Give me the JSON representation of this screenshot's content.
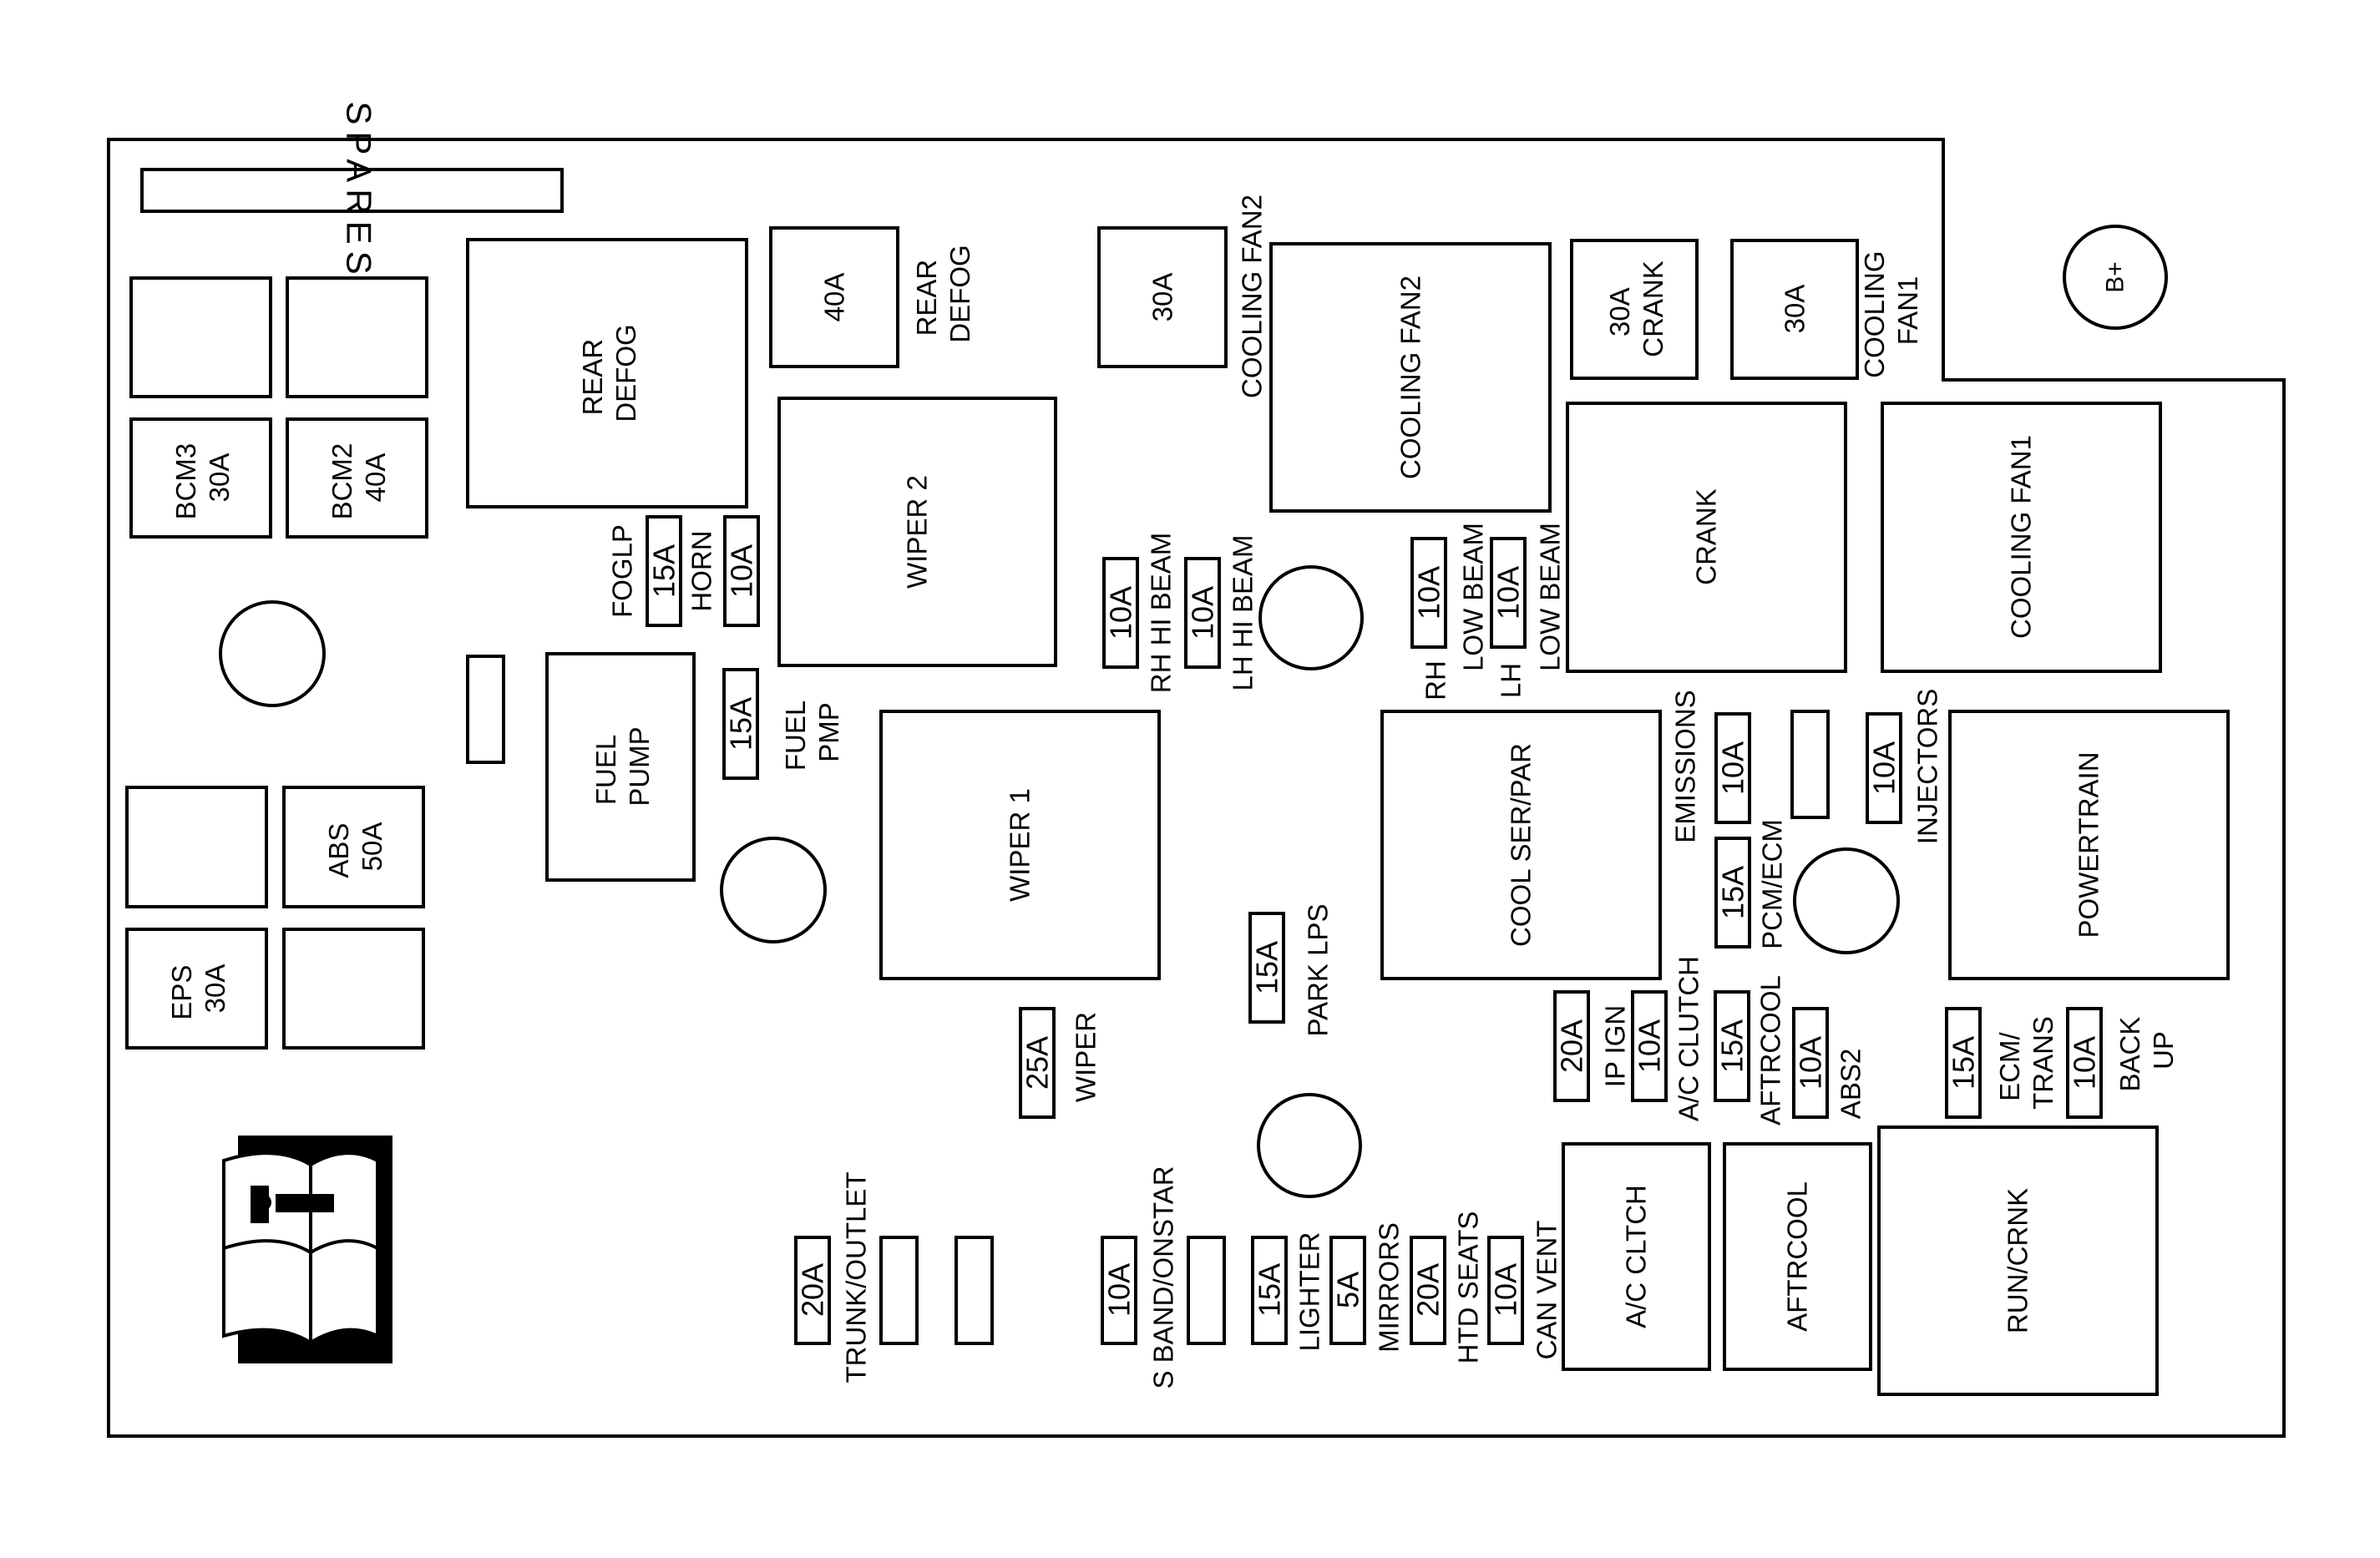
{
  "diagram": {
    "spares_label": "SPARES",
    "terminal_label": "B+",
    "relays": {
      "rear_defog": [
        "REAR",
        "DEFOG"
      ],
      "wiper2": "WIPER 2",
      "cooling_fan2": "COOLING FAN2",
      "crank": "CRANK",
      "cooling_fan1": "COOLING FAN1",
      "fuel_pump": [
        "FUEL",
        "PUMP"
      ],
      "wiper1": "WIPER 1",
      "cool_ser_par": "COOL SER/PAR",
      "powertrain": "POWERTRAIN",
      "ac_clutch": "A/C CLTCH",
      "aftrcool": "AFTRCOOL",
      "run_crnk": "RUN/CRNK"
    },
    "maxi": {
      "bcm3": [
        "BCM3",
        "30A"
      ],
      "bcm2": [
        "BCM2",
        "40A"
      ],
      "abs": [
        "ABS",
        "50A"
      ],
      "eps": [
        "EPS",
        "30A"
      ],
      "rear_defog_rating": "40A",
      "rear_defog_label": [
        "REAR",
        "DEFOG"
      ],
      "cooling_fan2_rating": "30A",
      "cooling_fan2_label": "COOLING FAN2",
      "crank": [
        "30A",
        "CRANK"
      ],
      "cooling_fan1_rating": "30A",
      "cooling_fan1_label": [
        "COOLING",
        "FAN1"
      ]
    },
    "fuses": {
      "foglp": {
        "rating": "15A",
        "label": "FOGLP"
      },
      "horn": {
        "rating": "10A",
        "label": "HORN"
      },
      "fuel_pmp": {
        "rating": "15A",
        "label": [
          "FUEL",
          "PMP"
        ]
      },
      "rh_hi_beam": {
        "rating": "10A",
        "label": "RH HI BEAM"
      },
      "lh_hi_beam": {
        "rating": "10A",
        "label": "LH HI BEAM"
      },
      "rh_low_beam": {
        "rating": "10A",
        "label": [
          "RH",
          "LOW BEAM"
        ]
      },
      "lh_low_beam": {
        "rating": "10A",
        "label": [
          "LH",
          "LOW BEAM"
        ]
      },
      "emissions": {
        "rating": "10A",
        "label": "EMISSIONS"
      },
      "pcm_ecm": {
        "rating": "15A",
        "label": "PCM/ECM"
      },
      "injectors": {
        "rating": "10A",
        "label": "INJECTORS"
      },
      "park_lps": {
        "rating": "15A",
        "label": "PARK LPS"
      },
      "wiper": {
        "rating": "25A",
        "label": "WIPER"
      },
      "ip_ign": {
        "rating": "20A",
        "label": "IP IGN"
      },
      "ac_clutch": {
        "rating": "10A",
        "label": "A/C CLUTCH"
      },
      "aftrcool": {
        "rating": "15A",
        "label": "AFTRCOOL"
      },
      "abs2": {
        "rating": "10A",
        "label": "ABS2"
      },
      "ecm_trans": {
        "rating": "15A",
        "label": [
          "ECM/",
          "TRANS"
        ]
      },
      "back_up": {
        "rating": "10A",
        "label": [
          "BACK",
          "UP"
        ]
      },
      "trunk_outlet": {
        "rating": "20A",
        "label": "TRUNK/OUTLET"
      },
      "s_band_onstar": {
        "rating": "10A",
        "label": "S BAND/ONSTAR"
      },
      "lighter": {
        "rating": "15A",
        "label": "LIGHTER"
      },
      "mirrors": {
        "rating": "5A",
        "label": "MIRRORS"
      },
      "htd_seats": {
        "rating": "20A",
        "label": "HTD SEATS"
      },
      "can_vent": {
        "rating": "10A",
        "label": "CAN VENT"
      }
    }
  }
}
